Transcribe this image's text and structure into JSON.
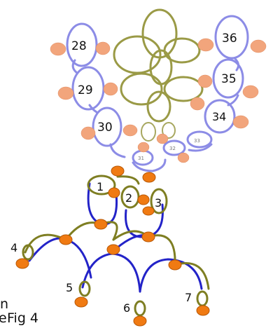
{
  "labels": {
    "n1": "1",
    "n2": "2",
    "n3": "3",
    "n4": "4",
    "n5": "5",
    "n6": "6",
    "n7": "7",
    "n28": "28",
    "n29": "29",
    "n30": "30",
    "n31": "31",
    "n32": "32",
    "n33": "33",
    "n34": "34",
    "n35": "35",
    "n36": "36"
  },
  "caption": {
    "line1": "n",
    "line2": "e",
    "figure": "Fig 4"
  },
  "colors": {
    "lilac_ring": "#8c8ce6",
    "blue_chain": "#2323c8",
    "olive_chain": "#7e7e22",
    "olive_ring": "#9a9a46",
    "bead_orange": "#f07a12",
    "bead_peach": "#f2a57c"
  }
}
